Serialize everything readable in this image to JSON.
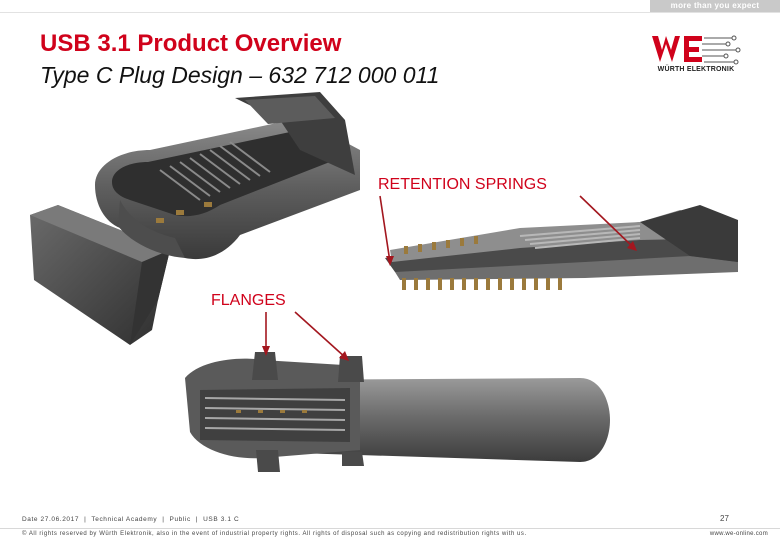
{
  "header": {
    "tagline": "more than you expect",
    "title": "USB 3.1 Product Overview",
    "subtitle": "Type C Plug Design – 632 712 000 011"
  },
  "logo": {
    "mark": "WE",
    "company": "WÜRTH ELEKTRONIK",
    "brand_color": "#d0021b"
  },
  "annotations": {
    "retention_springs": "RETENTION SPRINGS",
    "flanges": "FLANGES",
    "annotation_color": "#d0021b"
  },
  "footer": {
    "date": "Date 27.06.2017",
    "department": "Technical Academy",
    "classification": "Public",
    "version": "USB 3.1 C",
    "page_number": "27",
    "copyright": "© All rights reserved by Würth Elektronik, also in the event of industrial property rights. All rights of disposal such as copying and redistribution rights with us.",
    "website": "www.we-online.com"
  }
}
